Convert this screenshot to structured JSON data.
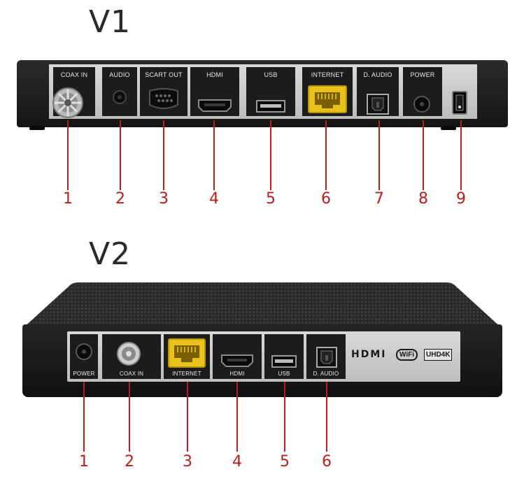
{
  "v1": {
    "title": "V1",
    "ports": [
      {
        "number": "1",
        "label": "COAX IN",
        "icon": "coax-connector-icon"
      },
      {
        "number": "2",
        "label": "AUDIO",
        "icon": "audio-jack-icon"
      },
      {
        "number": "3",
        "label": "SCART OUT",
        "icon": "scart-port-icon"
      },
      {
        "number": "4",
        "label": "HDMI",
        "icon": "hdmi-port-icon"
      },
      {
        "number": "5",
        "label": "USB",
        "icon": "usb-port-icon"
      },
      {
        "number": "6",
        "label": "INTERNET",
        "icon": "ethernet-port-icon"
      },
      {
        "number": "7",
        "label": "D. AUDIO",
        "icon": "optical-audio-port-icon"
      },
      {
        "number": "8",
        "label": "POWER",
        "icon": "power-jack-icon"
      },
      {
        "number": "9",
        "label": "",
        "icon": "power-switch-icon"
      }
    ]
  },
  "v2": {
    "title": "V2",
    "ports": [
      {
        "number": "1",
        "label": "POWER",
        "icon": "power-jack-icon"
      },
      {
        "number": "2",
        "label": "COAX IN",
        "icon": "coax-connector-icon"
      },
      {
        "number": "3",
        "label": "INTERNET",
        "icon": "ethernet-port-icon"
      },
      {
        "number": "4",
        "label": "HDMI",
        "icon": "hdmi-port-icon"
      },
      {
        "number": "5",
        "label": "USB",
        "icon": "usb-port-icon"
      },
      {
        "number": "6",
        "label": "D. AUDIO",
        "icon": "optical-audio-port-icon"
      }
    ],
    "logos": {
      "hdmi": "HDMI",
      "wifi": "WiFi",
      "uhd": "UHD4K"
    }
  },
  "colors": {
    "callout": "#b3201d",
    "ethernet": "#e8c21a",
    "box": "#1c1c1c",
    "panel": "#c8c8c8"
  }
}
